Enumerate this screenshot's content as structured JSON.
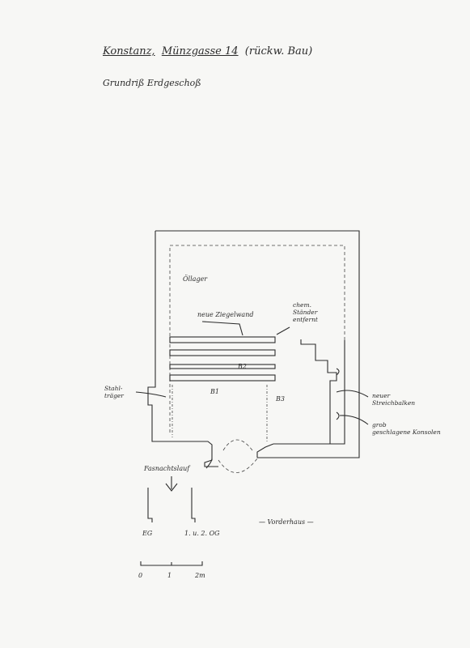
{
  "header": {
    "place": "Konstanz,",
    "address": "Münzgasse 14",
    "building": "(rückw. Bau)",
    "subtitle": "Grundriß  Erdgeschoß"
  },
  "labels": {
    "room": "Öllager",
    "new_wall": "neue Ziegelwand",
    "post": [
      "chem.",
      "Ständer",
      "entfernt"
    ],
    "beam2": "B2",
    "beam1": "B1",
    "beam3": "B3",
    "steel": [
      "Stahl-",
      "träger"
    ],
    "new_beam": [
      "neuer",
      "Streichbalken"
    ],
    "consoles": [
      "grob",
      "geschlagene Konsolen"
    ],
    "carnival": "Fasnachtslauf",
    "eg": "EG",
    "upper": "1. u. 2. OG",
    "front_house": "— Vorderhaus —"
  },
  "scale": {
    "ticks": [
      "0",
      "1",
      "2m"
    ]
  }
}
